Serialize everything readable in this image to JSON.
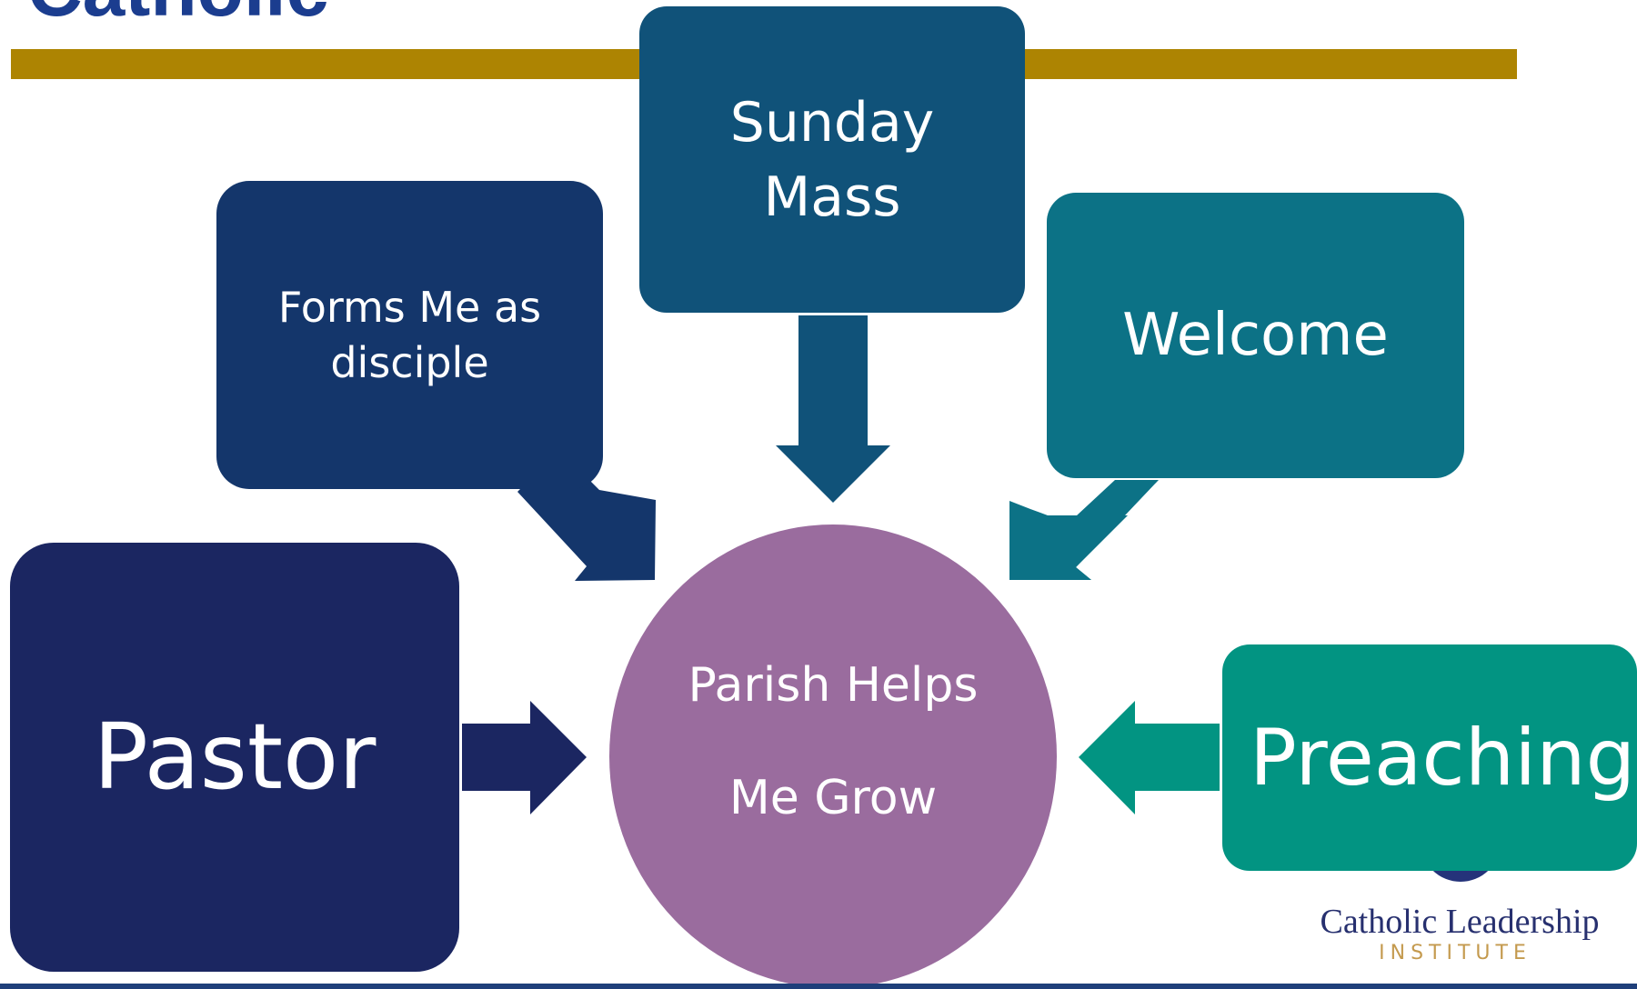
{
  "header": {
    "title": "Catholic"
  },
  "diagram": {
    "center": {
      "line1": "Parish Helps",
      "line2": "Me Grow"
    },
    "boxes": {
      "sunday_mass": {
        "line1": "Sunday",
        "line2": "Mass",
        "color": "#105279"
      },
      "forms_disciple": {
        "line1": "Forms Me as",
        "line2": "disciple",
        "color": "#14366b"
      },
      "welcome": {
        "label": "Welcome",
        "color": "#0c7286"
      },
      "pastor": {
        "label": "Pastor",
        "color": "#1b2661"
      },
      "preaching": {
        "label": "Preaching",
        "color": "#029482"
      }
    },
    "center_color": "#9a6c9e",
    "accent_bar_color": "#ad8402"
  },
  "logo": {
    "name": "Catholic Leadership",
    "sub": "INSTITUTE"
  }
}
